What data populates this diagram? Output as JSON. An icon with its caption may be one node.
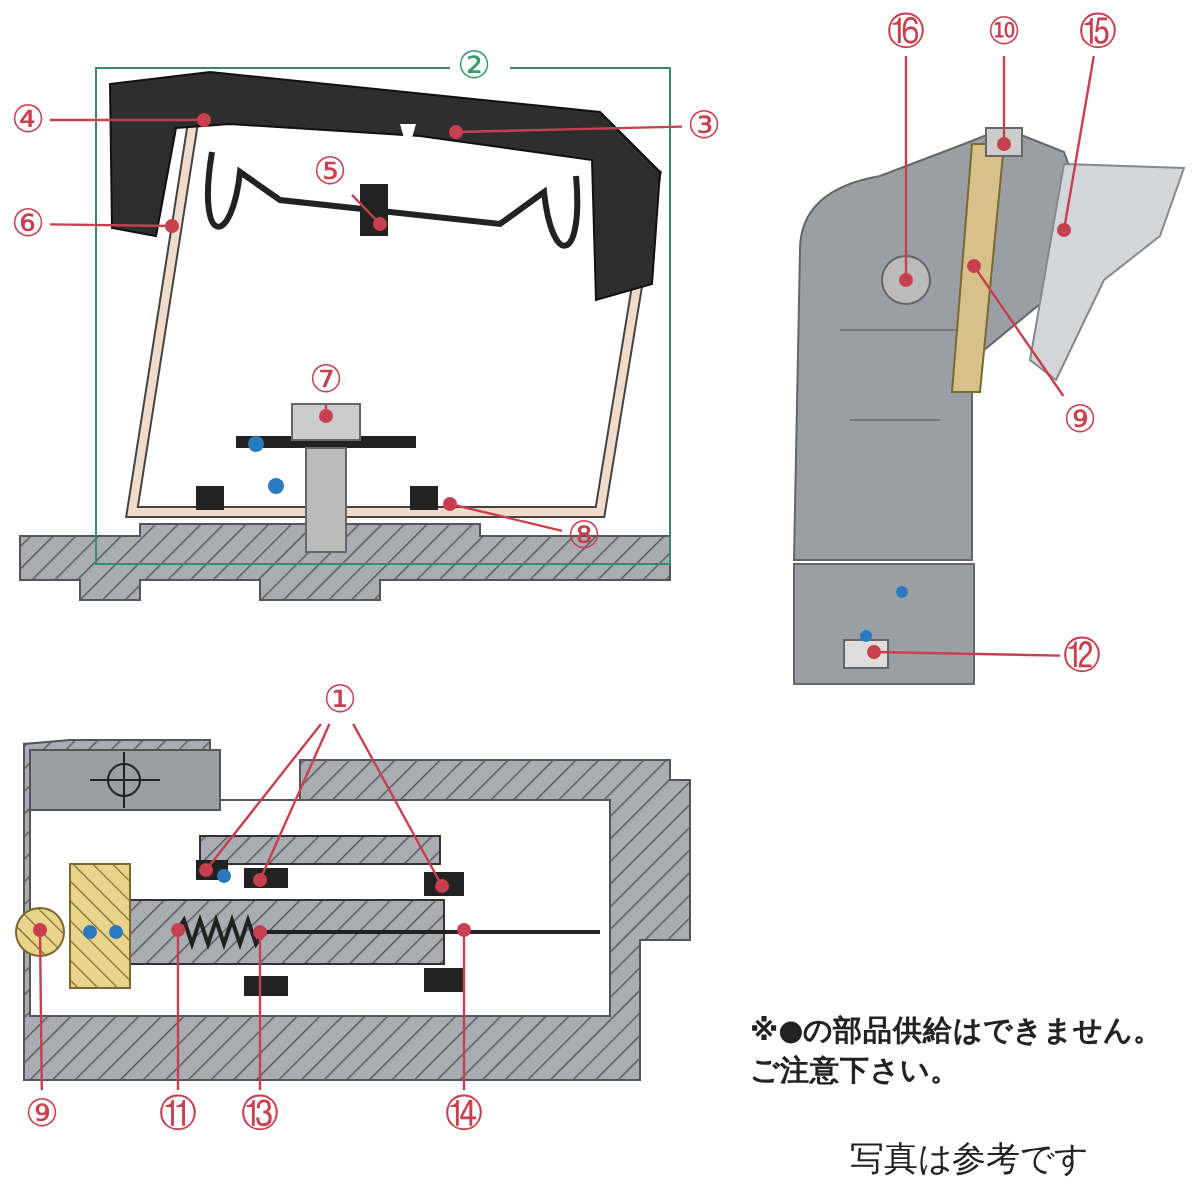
{
  "diagram": {
    "nodes": [
      {
        "text": [
          "④"
        ]
      },
      {
        "text": [
          "③"
        ]
      },
      {
        "text": [
          "⑥"
        ]
      },
      {
        "text": [
          "⑤"
        ]
      },
      {
        "text": [
          "⑦"
        ]
      },
      {
        "text": [
          "⑧"
        ]
      },
      {
        "text": [
          "⑯"
        ]
      },
      {
        "text": [
          "⑩"
        ]
      },
      {
        "text": [
          "⑮"
        ]
      },
      {
        "text": [
          "⑨"
        ]
      },
      {
        "text": [
          "⑫"
        ]
      },
      {
        "text": [
          "①"
        ]
      },
      {
        "text": [
          "⑨"
        ]
      },
      {
        "text": [
          "⑪"
        ]
      },
      {
        "text": [
          "⑬"
        ]
      },
      {
        "text": [
          "⑭"
        ]
      }
    ],
    "edges": [
      {
        "from": 0,
        "to": null,
        "arrow": "other"
      },
      {
        "from": 1,
        "to": null,
        "arrow": "other"
      },
      {
        "from": 2,
        "to": null,
        "arrow": "other"
      },
      {
        "from": 3,
        "to": null,
        "arrow": "other"
      },
      {
        "from": 4,
        "to": null,
        "arrow": "other"
      },
      {
        "from": 5,
        "to": null,
        "arrow": "other"
      },
      {
        "from": 6,
        "to": null,
        "arrow": "other"
      },
      {
        "from": 7,
        "to": null,
        "arrow": "other"
      },
      {
        "from": 8,
        "to": null,
        "arrow": "other"
      },
      {
        "from": 9,
        "to": null,
        "arrow": "other"
      },
      {
        "from": 10,
        "to": null,
        "arrow": "other"
      },
      {
        "from": 11,
        "to": null,
        "arrow": "other"
      },
      {
        "from": 11,
        "to": null,
        "arrow": "other"
      },
      {
        "from": 11,
        "to": null,
        "arrow": "other"
      },
      {
        "from": 12,
        "to": null,
        "arrow": "other"
      },
      {
        "from": 13,
        "to": null,
        "arrow": "other"
      },
      {
        "from": 14,
        "to": null,
        "arrow": "other"
      },
      {
        "from": 15,
        "to": null,
        "arrow": "other"
      }
    ],
    "labels": [
      "②",
      "※●の部品供給はできません。ご注意下さい。",
      "写真は参考です"
    ]
  }
}
